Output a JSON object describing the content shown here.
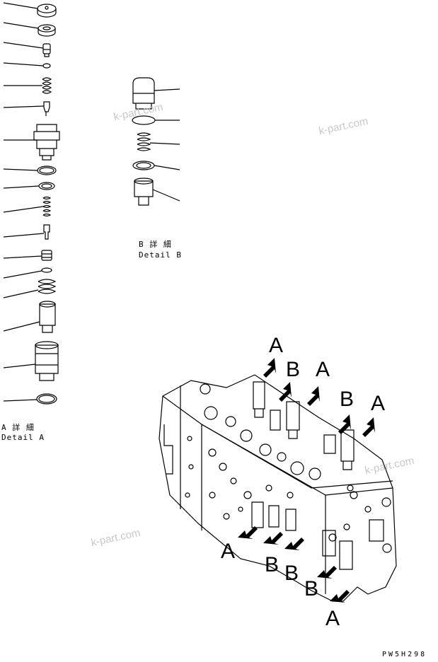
{
  "detail_a": {
    "jp": "A 詳 細",
    "en": "Detail A"
  },
  "detail_b": {
    "jp": "B 詳 細",
    "en": "Detail B"
  },
  "callouts": [
    "A",
    "B",
    "A",
    "B",
    "A",
    "A",
    "B",
    "B",
    "B",
    "A"
  ],
  "watermark": "k-part.com",
  "drawing_code": "PW5H298"
}
